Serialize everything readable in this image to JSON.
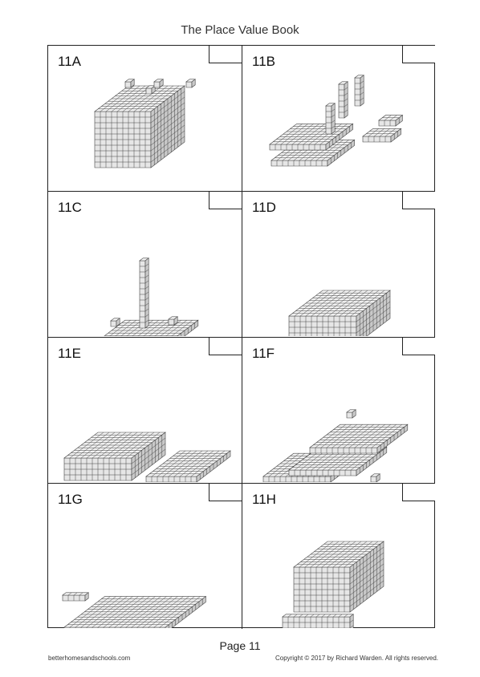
{
  "header": {
    "title": "The Place Value Book"
  },
  "panels": [
    {
      "label": "11A",
      "answer": ""
    },
    {
      "label": "11B",
      "answer": ""
    },
    {
      "label": "11C",
      "answer": ""
    },
    {
      "label": "11D",
      "answer": ""
    },
    {
      "label": "11E",
      "answer": ""
    },
    {
      "label": "11F",
      "answer": ""
    },
    {
      "label": "11G",
      "answer": ""
    },
    {
      "label": "11H",
      "answer": ""
    }
  ],
  "footer": {
    "page": "Page 11",
    "website": "betterhomesandschools.com",
    "copyright": "Copyright © 2017 by Richard Warden. All rights reserved."
  },
  "colors": {
    "block_face": "#e6e6e6",
    "block_top": "#f3f3f3",
    "block_side": "#c9c9c9",
    "grid_line": "#444444"
  }
}
